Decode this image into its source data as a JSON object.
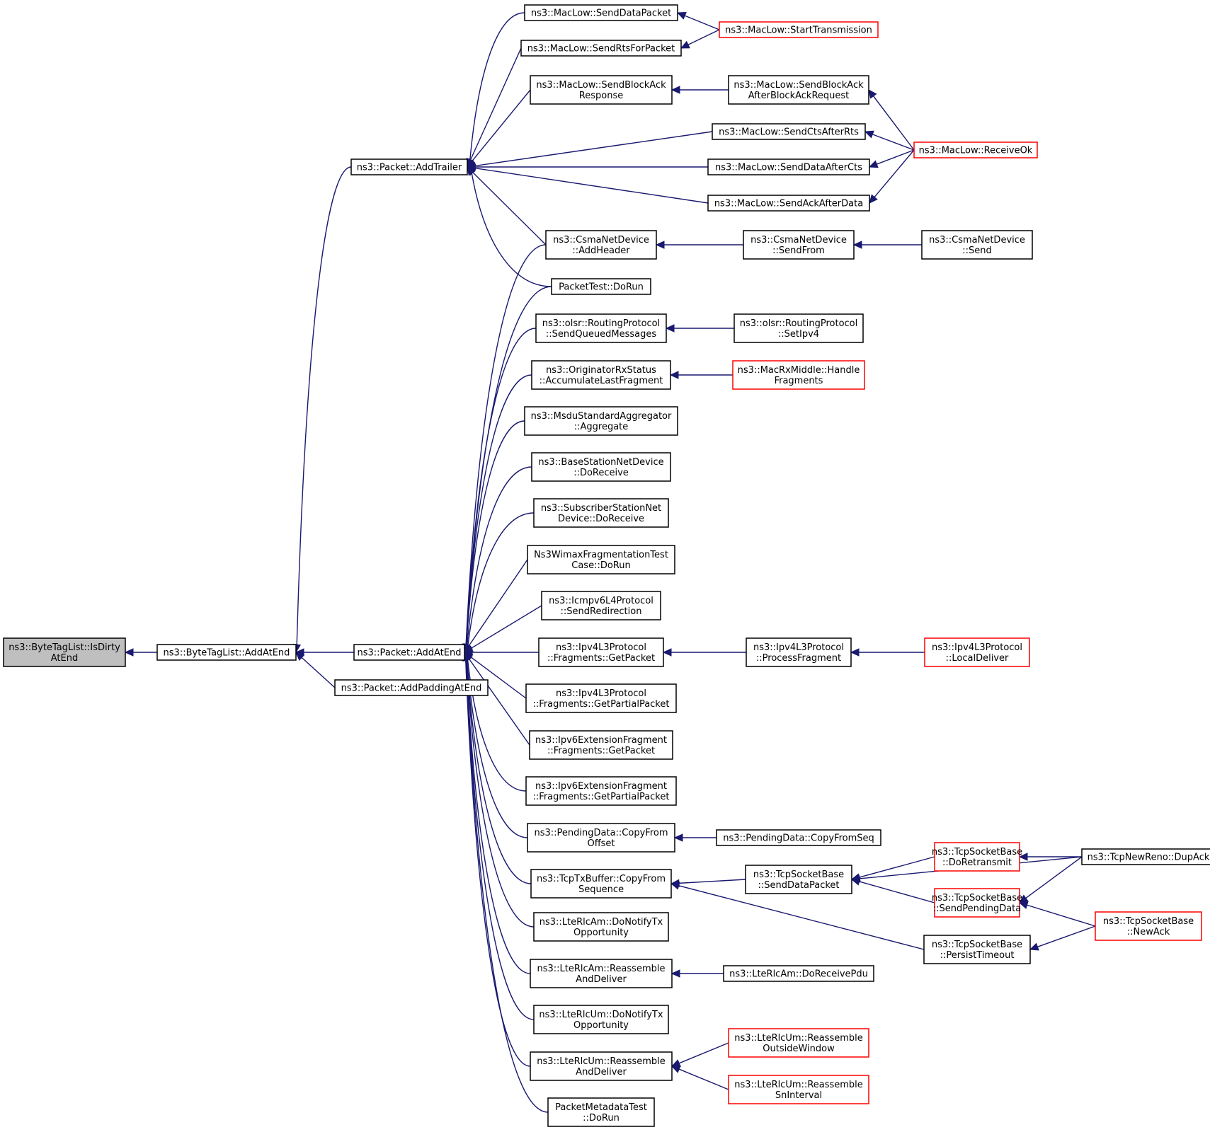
{
  "colors": {
    "edge": "#191970",
    "border_normal": "#000000",
    "border_truncated": "#ff0000",
    "fill_root": "#bfbfbf",
    "fill_normal": "#ffffff"
  },
  "nodes": [
    {
      "id": "root",
      "lines": [
        "ns3::ByteTagList::IsDirty",
        "AtEnd"
      ],
      "kind": "root"
    },
    {
      "id": "btl_addatend",
      "lines": [
        "ns3::ByteTagList::AddAtEnd"
      ],
      "kind": "normal"
    },
    {
      "id": "pkt_addtrailer",
      "lines": [
        "ns3::Packet::AddTrailer"
      ],
      "kind": "normal"
    },
    {
      "id": "pkt_addatend",
      "lines": [
        "ns3::Packet::AddAtEnd"
      ],
      "kind": "normal"
    },
    {
      "id": "pkt_addpadding",
      "lines": [
        "ns3::Packet::AddPaddingAtEnd"
      ],
      "kind": "normal"
    },
    {
      "id": "mac_senddatapacket",
      "lines": [
        "ns3::MacLow::SendDataPacket"
      ],
      "kind": "normal"
    },
    {
      "id": "mac_sendrts",
      "lines": [
        "ns3::MacLow::SendRtsForPacket"
      ],
      "kind": "normal"
    },
    {
      "id": "mac_sendblockack",
      "lines": [
        "ns3::MacLow::SendBlockAck",
        "Response"
      ],
      "kind": "normal"
    },
    {
      "id": "mac_sendcts",
      "lines": [
        "ns3::MacLow::SendCtsAfterRts"
      ],
      "kind": "normal"
    },
    {
      "id": "mac_senddataaftercts",
      "lines": [
        "ns3::MacLow::SendDataAfterCts"
      ],
      "kind": "normal"
    },
    {
      "id": "mac_sendackafterdata",
      "lines": [
        "ns3::MacLow::SendAckAfterData"
      ],
      "kind": "normal"
    },
    {
      "id": "mac_starttx",
      "lines": [
        "ns3::MacLow::StartTransmission"
      ],
      "kind": "truncated"
    },
    {
      "id": "mac_blockackafter",
      "lines": [
        "ns3::MacLow::SendBlockAck",
        "AfterBlockAckRequest"
      ],
      "kind": "normal"
    },
    {
      "id": "mac_receiveok",
      "lines": [
        "ns3::MacLow::ReceiveOk"
      ],
      "kind": "truncated"
    },
    {
      "id": "csma_addheader",
      "lines": [
        "ns3::CsmaNetDevice",
        "::AddHeader"
      ],
      "kind": "normal"
    },
    {
      "id": "csma_sendfrom",
      "lines": [
        "ns3::CsmaNetDevice",
        "::SendFrom"
      ],
      "kind": "normal"
    },
    {
      "id": "csma_send",
      "lines": [
        "ns3::CsmaNetDevice",
        "::Send"
      ],
      "kind": "normal"
    },
    {
      "id": "packettest_dorun",
      "lines": [
        "PacketTest::DoRun"
      ],
      "kind": "normal"
    },
    {
      "id": "olsr_sendqueued",
      "lines": [
        "ns3::olsr::RoutingProtocol",
        "::SendQueuedMessages"
      ],
      "kind": "normal"
    },
    {
      "id": "olsr_setipv4",
      "lines": [
        "ns3::olsr::RoutingProtocol",
        "::SetIpv4"
      ],
      "kind": "normal"
    },
    {
      "id": "orig_accumulate",
      "lines": [
        "ns3::OriginatorRxStatus",
        "::AccumulateLastFragment"
      ],
      "kind": "normal"
    },
    {
      "id": "macrx_handle",
      "lines": [
        "ns3::MacRxMiddle::Handle",
        "Fragments"
      ],
      "kind": "truncated"
    },
    {
      "id": "msdu_aggregate",
      "lines": [
        "ns3::MsduStandardAggregator",
        "::Aggregate"
      ],
      "kind": "normal"
    },
    {
      "id": "bs_doreceive",
      "lines": [
        "ns3::BaseStationNetDevice",
        "::DoReceive"
      ],
      "kind": "normal"
    },
    {
      "id": "ss_doreceive",
      "lines": [
        "ns3::SubscriberStationNet",
        "Device::DoReceive"
      ],
      "kind": "normal"
    },
    {
      "id": "wimax_frag",
      "lines": [
        "Ns3WimaxFragmentationTest",
        "Case::DoRun"
      ],
      "kind": "normal"
    },
    {
      "id": "icmpv6_redirect",
      "lines": [
        "ns3::Icmpv6L4Protocol",
        "::SendRedirection"
      ],
      "kind": "normal"
    },
    {
      "id": "ipv4_getpacket",
      "lines": [
        "ns3::Ipv4L3Protocol",
        "::Fragments::GetPacket"
      ],
      "kind": "normal"
    },
    {
      "id": "ipv4_procfrag",
      "lines": [
        "ns3::Ipv4L3Protocol",
        "::ProcessFragment"
      ],
      "kind": "normal"
    },
    {
      "id": "ipv4_localdeliver",
      "lines": [
        "ns3::Ipv4L3Protocol",
        "::LocalDeliver"
      ],
      "kind": "truncated"
    },
    {
      "id": "ipv4_getpartial",
      "lines": [
        "ns3::Ipv4L3Protocol",
        "::Fragments::GetPartialPacket"
      ],
      "kind": "normal"
    },
    {
      "id": "ipv6_getpacket",
      "lines": [
        "ns3::Ipv6ExtensionFragment",
        "::Fragments::GetPacket"
      ],
      "kind": "normal"
    },
    {
      "id": "ipv6_getpartial",
      "lines": [
        "ns3::Ipv6ExtensionFragment",
        "::Fragments::GetPartialPacket"
      ],
      "kind": "normal"
    },
    {
      "id": "pending_copyfromoffset",
      "lines": [
        "ns3::PendingData::CopyFrom",
        "Offset"
      ],
      "kind": "normal"
    },
    {
      "id": "pending_copyfromseq",
      "lines": [
        "ns3::PendingData::CopyFromSeq"
      ],
      "kind": "normal"
    },
    {
      "id": "tcptx_copyfromseq",
      "lines": [
        "ns3::TcpTxBuffer::CopyFrom",
        "Sequence"
      ],
      "kind": "normal"
    },
    {
      "id": "tcp_senddatapacket",
      "lines": [
        "ns3::TcpSocketBase",
        "::SendDataPacket"
      ],
      "kind": "normal"
    },
    {
      "id": "tcp_doretransmit",
      "lines": [
        "ns3::TcpSocketBase",
        "::DoRetransmit"
      ],
      "kind": "truncated"
    },
    {
      "id": "tcp_sendpending",
      "lines": [
        "ns3::TcpSocketBase",
        "::SendPendingData"
      ],
      "kind": "truncated"
    },
    {
      "id": "tcp_persist",
      "lines": [
        "ns3::TcpSocketBase",
        "::PersistTimeout"
      ],
      "kind": "normal"
    },
    {
      "id": "tcpnewreno_dupack",
      "lines": [
        "ns3::TcpNewReno::DupAck"
      ],
      "kind": "normal"
    },
    {
      "id": "tcp_newack",
      "lines": [
        "ns3::TcpSocketBase",
        "::NewAck"
      ],
      "kind": "truncated"
    },
    {
      "id": "lterlcam_notify",
      "lines": [
        "ns3::LteRlcAm::DoNotifyTx",
        "Opportunity"
      ],
      "kind": "normal"
    },
    {
      "id": "lterlcam_reassemble",
      "lines": [
        "ns3::LteRlcAm::Reassemble",
        "AndDeliver"
      ],
      "kind": "normal"
    },
    {
      "id": "lterlcam_doreceive",
      "lines": [
        "ns3::LteRlcAm::DoReceivePdu"
      ],
      "kind": "normal"
    },
    {
      "id": "lterlcum_notify",
      "lines": [
        "ns3::LteRlcUm::DoNotifyTx",
        "Opportunity"
      ],
      "kind": "normal"
    },
    {
      "id": "lterlcum_reassemble",
      "lines": [
        "ns3::LteRlcUm::Reassemble",
        "AndDeliver"
      ],
      "kind": "normal"
    },
    {
      "id": "lterlcum_outside",
      "lines": [
        "ns3::LteRlcUm::Reassemble",
        "OutsideWindow"
      ],
      "kind": "truncated"
    },
    {
      "id": "lterlcum_sninterval",
      "lines": [
        "ns3::LteRlcUm::Reassemble",
        "SnInterval"
      ],
      "kind": "truncated"
    },
    {
      "id": "pktmeta_dorun",
      "lines": [
        "PacketMetadataTest",
        "::DoRun"
      ],
      "kind": "normal"
    }
  ],
  "edges": [
    [
      "btl_addatend",
      "root"
    ],
    [
      "pkt_addtrailer",
      "btl_addatend"
    ],
    [
      "pkt_addatend",
      "btl_addatend"
    ],
    [
      "pkt_addpadding",
      "btl_addatend"
    ],
    [
      "mac_senddatapacket",
      "pkt_addtrailer"
    ],
    [
      "mac_sendrts",
      "pkt_addtrailer"
    ],
    [
      "mac_sendblockack",
      "pkt_addtrailer"
    ],
    [
      "mac_sendcts",
      "pkt_addtrailer"
    ],
    [
      "mac_senddataaftercts",
      "pkt_addtrailer"
    ],
    [
      "mac_sendackafterdata",
      "pkt_addtrailer"
    ],
    [
      "csma_addheader",
      "pkt_addtrailer"
    ],
    [
      "packettest_dorun",
      "pkt_addtrailer"
    ],
    [
      "mac_starttx",
      "mac_senddatapacket"
    ],
    [
      "mac_starttx",
      "mac_sendrts"
    ],
    [
      "mac_blockackafter",
      "mac_sendblockack"
    ],
    [
      "mac_receiveok",
      "mac_blockackafter"
    ],
    [
      "mac_receiveok",
      "mac_sendcts"
    ],
    [
      "mac_receiveok",
      "mac_senddataaftercts"
    ],
    [
      "mac_receiveok",
      "mac_sendackafterdata"
    ],
    [
      "csma_addheader",
      "pkt_addatend"
    ],
    [
      "packettest_dorun",
      "pkt_addatend"
    ],
    [
      "olsr_sendqueued",
      "pkt_addatend"
    ],
    [
      "orig_accumulate",
      "pkt_addatend"
    ],
    [
      "msdu_aggregate",
      "pkt_addatend"
    ],
    [
      "bs_doreceive",
      "pkt_addatend"
    ],
    [
      "ss_doreceive",
      "pkt_addatend"
    ],
    [
      "wimax_frag",
      "pkt_addatend"
    ],
    [
      "icmpv6_redirect",
      "pkt_addatend"
    ],
    [
      "ipv4_getpacket",
      "pkt_addatend"
    ],
    [
      "ipv4_getpartial",
      "pkt_addatend"
    ],
    [
      "ipv6_getpacket",
      "pkt_addatend"
    ],
    [
      "ipv6_getpartial",
      "pkt_addatend"
    ],
    [
      "pending_copyfromoffset",
      "pkt_addatend"
    ],
    [
      "tcptx_copyfromseq",
      "pkt_addatend"
    ],
    [
      "lterlcam_notify",
      "pkt_addatend"
    ],
    [
      "lterlcam_reassemble",
      "pkt_addatend"
    ],
    [
      "lterlcum_notify",
      "pkt_addatend"
    ],
    [
      "lterlcum_reassemble",
      "pkt_addatend"
    ],
    [
      "pktmeta_dorun",
      "pkt_addatend"
    ],
    [
      "csma_sendfrom",
      "csma_addheader"
    ],
    [
      "csma_send",
      "csma_sendfrom"
    ],
    [
      "olsr_setipv4",
      "olsr_sendqueued"
    ],
    [
      "macrx_handle",
      "orig_accumulate"
    ],
    [
      "ipv4_procfrag",
      "ipv4_getpacket"
    ],
    [
      "ipv4_localdeliver",
      "ipv4_procfrag"
    ],
    [
      "pending_copyfromseq",
      "pending_copyfromoffset"
    ],
    [
      "tcp_senddatapacket",
      "tcptx_copyfromseq"
    ],
    [
      "tcp_persist",
      "tcptx_copyfromseq"
    ],
    [
      "tcp_doretransmit",
      "tcp_senddatapacket"
    ],
    [
      "tcp_sendpending",
      "tcp_senddatapacket"
    ],
    [
      "tcpnewreno_dupack",
      "tcp_senddatapacket"
    ],
    [
      "tcpnewreno_dupack",
      "tcp_doretransmit"
    ],
    [
      "tcpnewreno_dupack",
      "tcp_sendpending"
    ],
    [
      "tcp_newack",
      "tcp_sendpending"
    ],
    [
      "tcp_newack",
      "tcp_persist"
    ],
    [
      "lterlcam_doreceive",
      "lterlcam_reassemble"
    ],
    [
      "lterlcum_outside",
      "lterlcum_reassemble"
    ],
    [
      "lterlcum_sninterval",
      "lterlcum_reassemble"
    ]
  ]
}
